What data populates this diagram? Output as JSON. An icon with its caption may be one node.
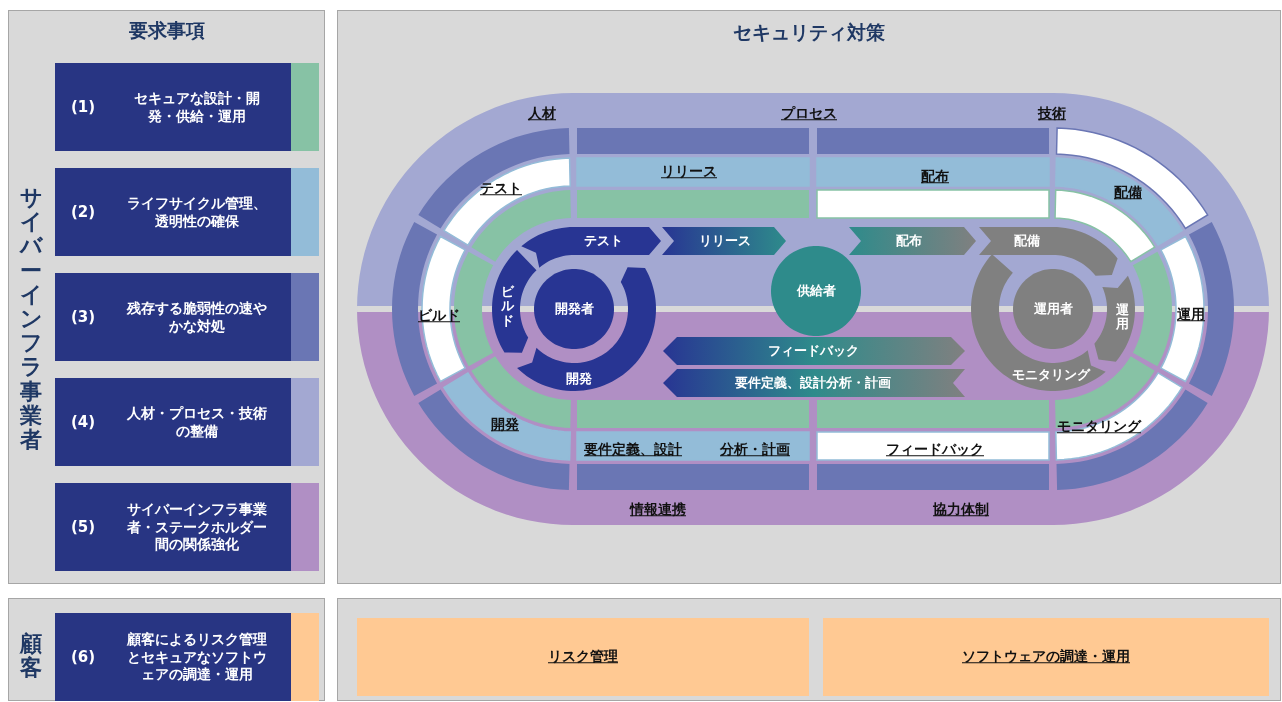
{
  "diagram": {
    "nodes": [
      {
        "text": [
          "要求事項",
          "サイバーインフラ事業者"
        ]
      },
      {
        "text": [
          "(1)",
          "セキュアな設計・開発・供給・運用"
        ],
        "in": 0
      },
      {
        "text": [
          "(2)",
          "ライフサイクル管理、透明性の確保"
        ],
        "in": 0
      },
      {
        "text": [
          "(3)",
          "残存する脆弱性の速やかな対処"
        ],
        "in": 0
      },
      {
        "text": [
          "(4)",
          "人材・プロセス・技術の整備"
        ],
        "in": 0
      },
      {
        "text": [
          "(5)",
          "サイバーインフラ事業者・ステークホルダー間の関係強化"
        ],
        "in": 0
      },
      {
        "text": [
          "セキュリティ対策"
        ]
      },
      {
        "text": [
          "人材",
          "プロセス",
          "技術"
        ],
        "in": 6
      },
      {
        "text": [
          "情報連携",
          "協力体制"
        ],
        "in": 6
      },
      {
        "text": [
          "テスト"
        ],
        "in": 7
      },
      {
        "text": [
          "リリース"
        ],
        "in": 7
      },
      {
        "text": [
          "配布"
        ],
        "in": 7
      },
      {
        "text": [
          "配備"
        ],
        "in": 7
      },
      {
        "text": [
          "ビルド"
        ],
        "in": 6
      },
      {
        "text": [
          "運用"
        ],
        "in": 6
      },
      {
        "text": [
          "開発"
        ],
        "in": 8
      },
      {
        "text": [
          "要件定義、設計",
          "分析・計画"
        ],
        "in": 8
      },
      {
        "text": [
          "フィードバック"
        ],
        "in": 8
      },
      {
        "text": [
          "モニタリング"
        ],
        "in": 8
      },
      {
        "text": [
          "テスト"
        ],
        "in": 7
      },
      {
        "text": [
          "リリース"
        ],
        "in": 7
      },
      {
        "text": [
          "配布"
        ],
        "in": 7
      },
      {
        "text": [
          "配備"
        ],
        "in": 7
      },
      {
        "text": [
          "ビルド"
        ],
        "in": 6
      },
      {
        "text": [
          "開発者"
        ],
        "in": 6
      },
      {
        "text": [
          "供給者"
        ],
        "in": 6
      },
      {
        "text": [
          "運用者"
        ],
        "in": 6
      },
      {
        "text": [
          "運用"
        ],
        "in": 6
      },
      {
        "text": [
          "フィードバック"
        ],
        "in": 8
      },
      {
        "text": [
          "要件定義、設計分析・計画"
        ],
        "in": 8
      },
      {
        "text": [
          "開発"
        ],
        "in": 6
      },
      {
        "text": [
          "モニタリング"
        ],
        "in": 6
      },
      {
        "text": [
          "顧客"
        ]
      },
      {
        "text": [
          "(6)",
          "顧客によるリスク管理とセキュアなソフトウェアの調達・運用"
        ],
        "in": 32
      },
      {
        "text": [],
        "shape": "box"
      },
      {
        "text": [
          "リスク管理"
        ],
        "in": 34
      },
      {
        "text": [
          "ソフトウェアの調達・運用"
        ],
        "in": 34
      }
    ]
  }
}
